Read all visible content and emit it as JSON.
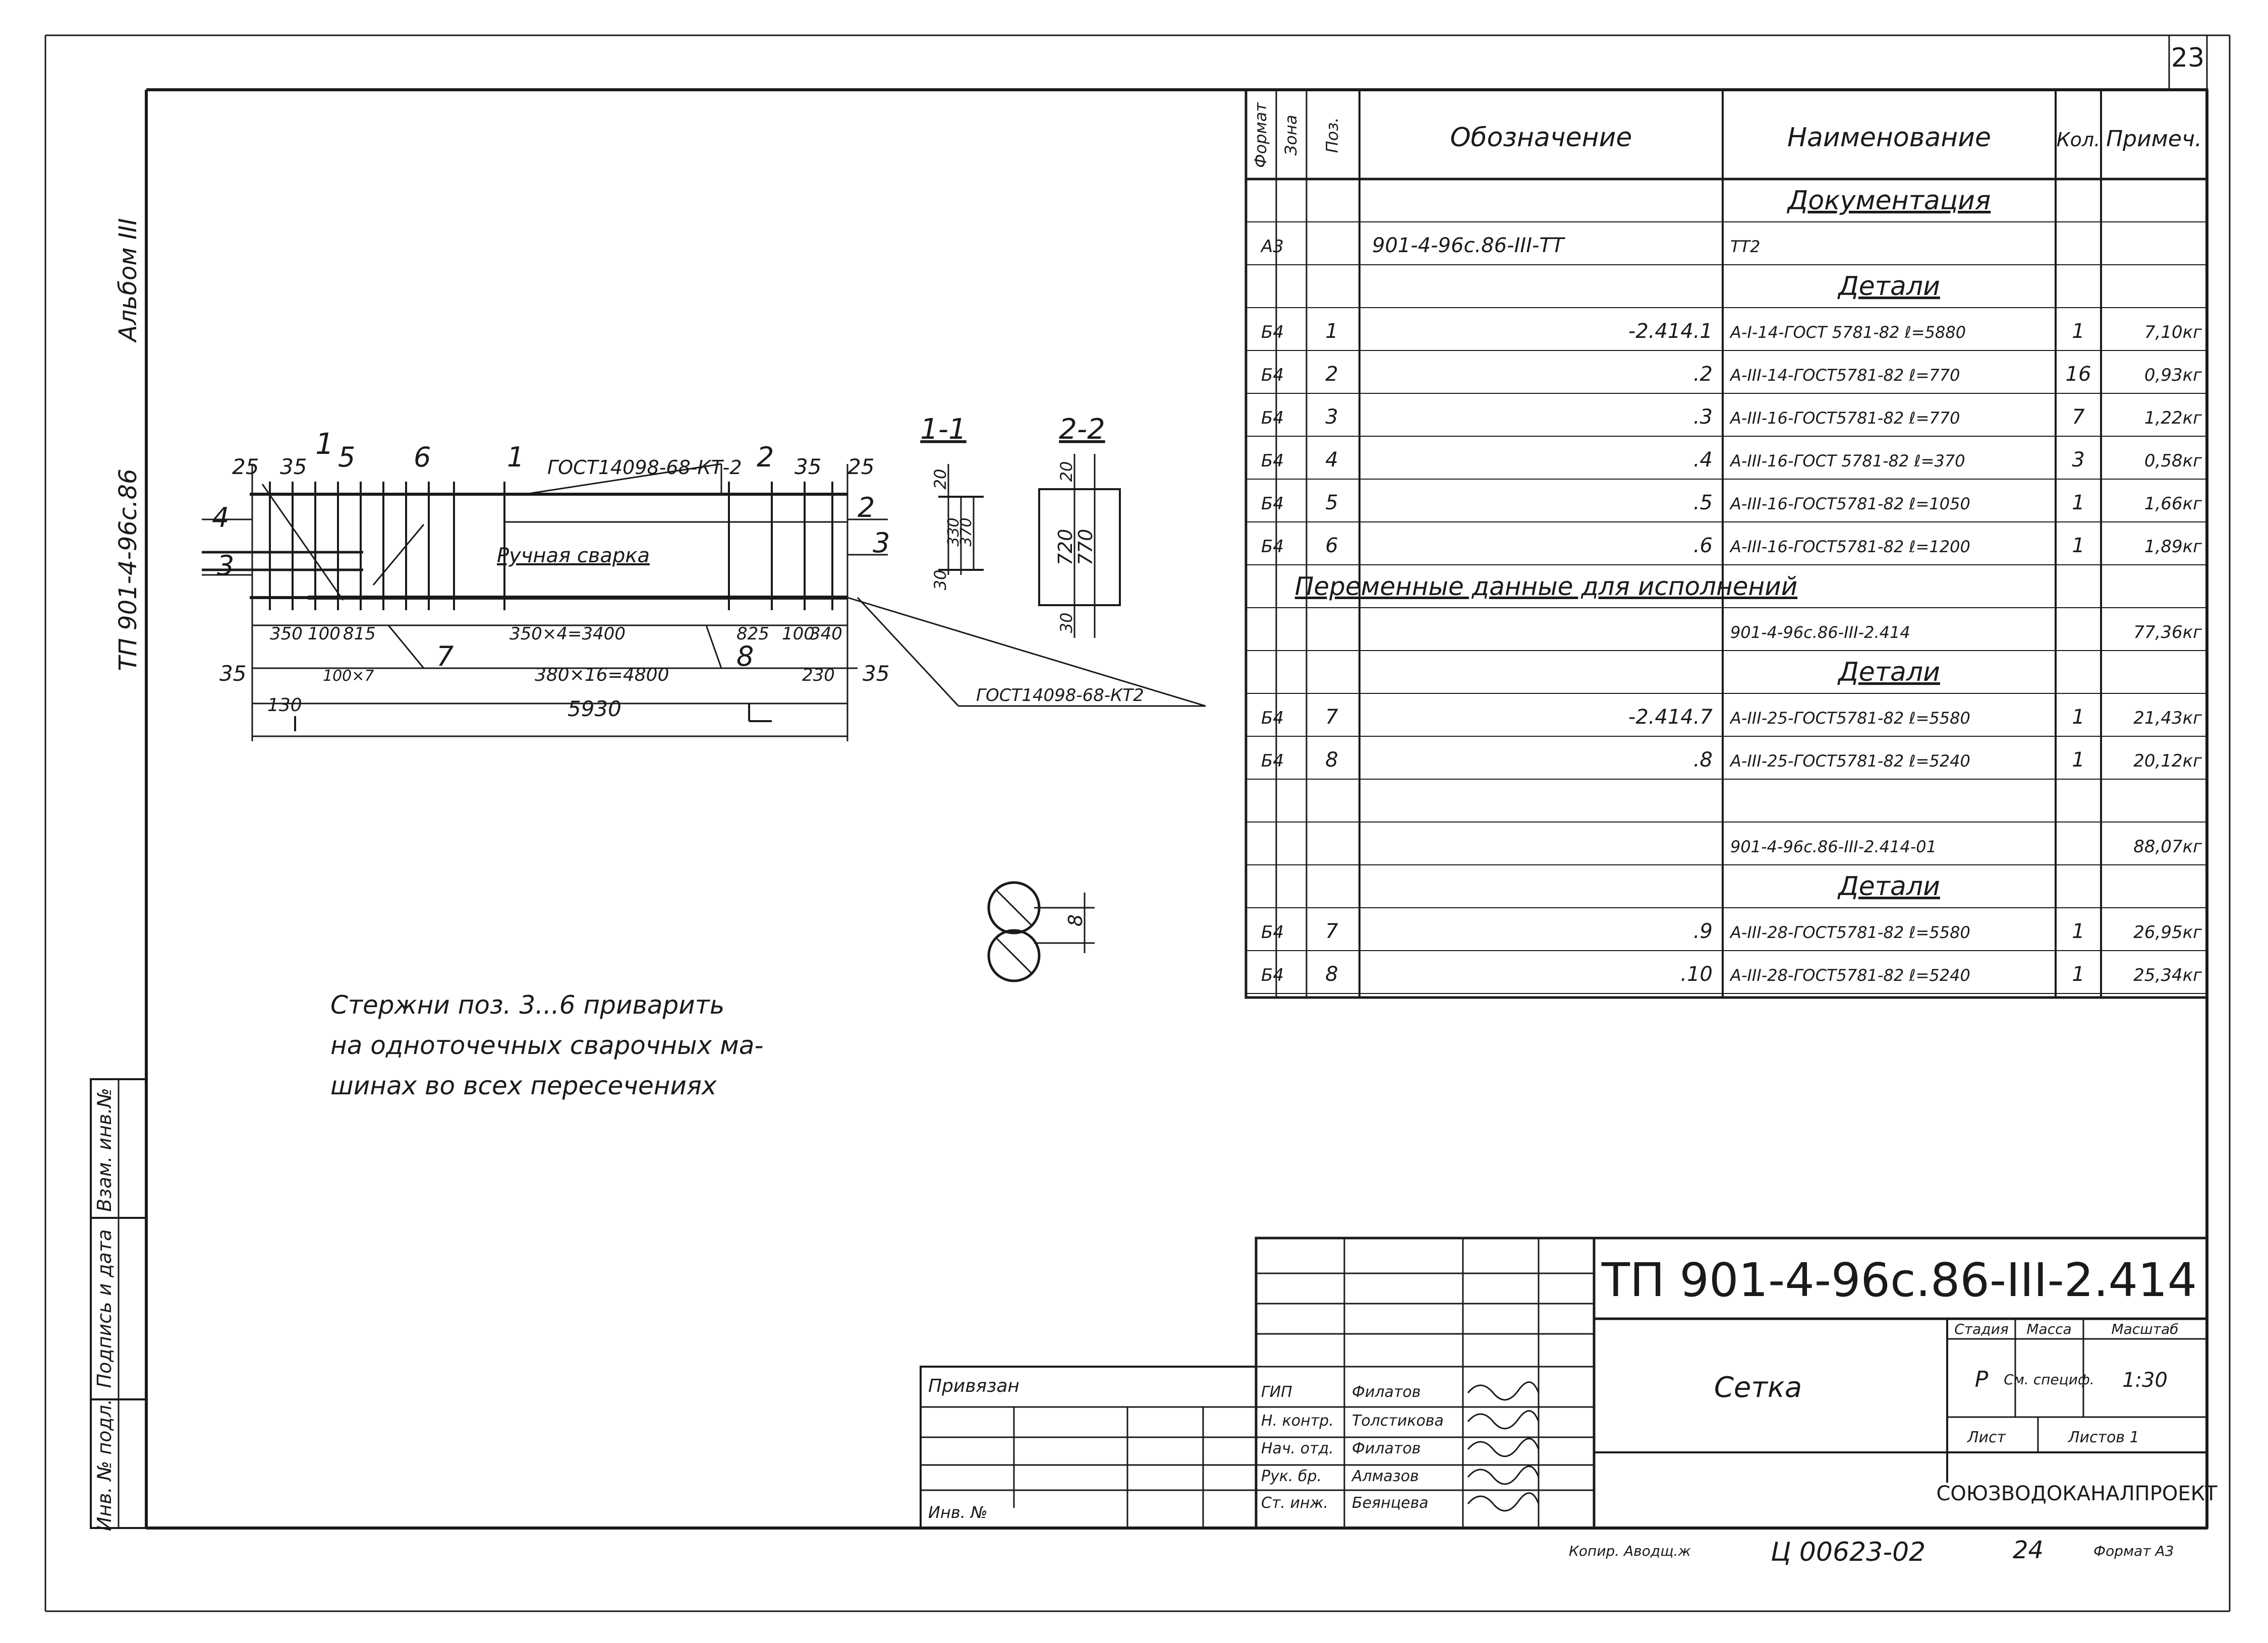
{
  "sheet_number": "23",
  "left_strip": {
    "album": "Альбом III",
    "code": "ТП 901-4-96с.86"
  },
  "stamp_strip": {
    "inv_no_orig": "Инв. № подл.",
    "sign_date": "Подпись и дата",
    "replace_inv": "Взам. инв.№"
  },
  "spec": {
    "headers": {
      "format": "Формат",
      "zone": "Зона",
      "pos": "Поз.",
      "designation": "Обозначение",
      "name": "Наименование",
      "qty": "Кол.",
      "note": "Примеч."
    },
    "rows": [
      {
        "format": "",
        "pos": "",
        "designation": "",
        "name": "Документация",
        "qty": "",
        "note": "",
        "heading": true
      },
      {
        "format": "А3",
        "pos": "",
        "designation": "901-4-96с.86-III-ТТ",
        "name": "ТТ2",
        "qty": "",
        "note": "",
        "heading": false
      },
      {
        "format": "",
        "pos": "",
        "designation": "",
        "name": "Детали",
        "qty": "",
        "note": "",
        "heading": true
      },
      {
        "format": "Б4",
        "pos": "1",
        "designation": "-2.414.1",
        "name": "А-I-14-ГОСТ 5781-82 ℓ=5880",
        "qty": "1",
        "note": "7,10кг",
        "heading": false
      },
      {
        "format": "Б4",
        "pos": "2",
        "designation": ".2",
        "name": "А-III-14-ГОСТ5781-82 ℓ=770",
        "qty": "16",
        "note": "0,93кг",
        "heading": false
      },
      {
        "format": "Б4",
        "pos": "3",
        "designation": ".3",
        "name": "А-III-16-ГОСТ5781-82 ℓ=770",
        "qty": "7",
        "note": "1,22кг",
        "heading": false
      },
      {
        "format": "Б4",
        "pos": "4",
        "designation": ".4",
        "name": "А-III-16-ГОСТ 5781-82 ℓ=370",
        "qty": "3",
        "note": "0,58кг",
        "heading": false
      },
      {
        "format": "Б4",
        "pos": "5",
        "designation": ".5",
        "name": "А-III-16-ГОСТ5781-82 ℓ=1050",
        "qty": "1",
        "note": "1,66кг",
        "heading": false
      },
      {
        "format": "Б4",
        "pos": "6",
        "designation": ".6",
        "name": "А-III-16-ГОСТ5781-82 ℓ=1200",
        "qty": "1",
        "note": "1,89кг",
        "heading": false
      },
      {
        "format": "",
        "pos": "",
        "designation": "",
        "name": "",
        "qty": "",
        "note": "",
        "heading": false
      },
      {
        "format": "",
        "pos": "",
        "designation": "",
        "name": "901-4-96с.86-III-2.414",
        "qty": "",
        "note": "77,36кг",
        "heading": false
      },
      {
        "format": "",
        "pos": "",
        "designation": "",
        "name": "Детали",
        "qty": "",
        "note": "",
        "heading": true
      },
      {
        "format": "Б4",
        "pos": "7",
        "designation": "-2.414.7",
        "name": "А-III-25-ГОСТ5781-82 ℓ=5580",
        "qty": "1",
        "note": "21,43кг",
        "heading": false
      },
      {
        "format": "Б4",
        "pos": "8",
        "designation": ".8",
        "name": "А-III-25-ГОСТ5781-82 ℓ=5240",
        "qty": "1",
        "note": "20,12кг",
        "heading": false
      },
      {
        "format": "",
        "pos": "",
        "designation": "",
        "name": "",
        "qty": "",
        "note": "",
        "heading": false
      },
      {
        "format": "",
        "pos": "",
        "designation": "",
        "name": "901-4-96с.86-III-2.414-01",
        "qty": "",
        "note": "88,07кг",
        "heading": false
      },
      {
        "format": "",
        "pos": "",
        "designation": "",
        "name": "Детали",
        "qty": "",
        "note": "",
        "heading": true
      },
      {
        "format": "Б4",
        "pos": "7",
        "designation": ".9",
        "name": "А-III-28-ГОСТ5781-82 ℓ=5580",
        "qty": "1",
        "note": "26,95кг",
        "heading": false
      },
      {
        "format": "Б4",
        "pos": "8",
        "designation": ".10",
        "name": "А-III-28-ГОСТ5781-82 ℓ=5240",
        "qty": "1",
        "note": "25,34кг",
        "heading": false
      }
    ],
    "variable_data_title": "Переменные данные для исполнений"
  },
  "drawing": {
    "gost_top": "ГОСТ14098-68-КТ-2",
    "gost_bottom": "ГОСТ14098-68-КТ2",
    "hand_weld": "Ручная сварка",
    "section_1": "1-1",
    "section_2": "2-2",
    "labels": {
      "pos1": "1",
      "pos2": "2",
      "pos3": "3",
      "pos4": "4",
      "pos5": "5",
      "pos6": "6",
      "pos7": "7",
      "pos8": "8",
      "d25l": "25",
      "d35l": "35",
      "d35r": "35",
      "d25r": "25",
      "d350": "350",
      "d100a": "100",
      "d815": "815",
      "d350x4": "350×4=3400",
      "d825": "825",
      "d100b": "100",
      "d340": "340",
      "d35b": "35",
      "d100x7": "100×7",
      "d380x16": "380×16=4800",
      "d230": "230",
      "d35c": "35",
      "d130": "130",
      "d5930": "5930",
      "s1_20": "20",
      "s1_330": "330",
      "s1_370": "370",
      "s1_30": "30",
      "s2_20": "20",
      "s2_720": "720",
      "s2_770": "770",
      "s2_30": "30",
      "rod_8": "8"
    }
  },
  "note": {
    "line1": "Стержни поз. 3...6 приварить",
    "line2": "на одноточечных сварочных ма-",
    "line3": "шинах во всех пересечениях"
  },
  "title_block": {
    "designation": "ТП 901-4-96с.86-III-2.414",
    "name": "Сетка",
    "stage_h": "Стадия",
    "mass_h": "Масса",
    "scale_h": "Масштаб",
    "stage": "Р",
    "mass": "См. специф.",
    "scale": "1:30",
    "sheet_h": "Лист",
    "sheets_h": "Листов 1",
    "org": "СОЮЗВОДОКАНАЛПРОЕКТ",
    "linked": "Привязан",
    "inv_no": "Инв. №",
    "roles": [
      {
        "role": "ГИП",
        "name": "Филатов"
      },
      {
        "role": "Н. контр.",
        "name": "Толстикова"
      },
      {
        "role": "Нач. отд.",
        "name": "Филатов"
      },
      {
        "role": "Рук. бр.",
        "name": "Алмазов"
      },
      {
        "role": "Ст. инж.",
        "name": "Беянцева"
      }
    ]
  },
  "footer": {
    "copied": "Копир. Аводщ.ж",
    "archive": "Ц 00623-02",
    "num": "24",
    "format": "Формат А3"
  }
}
